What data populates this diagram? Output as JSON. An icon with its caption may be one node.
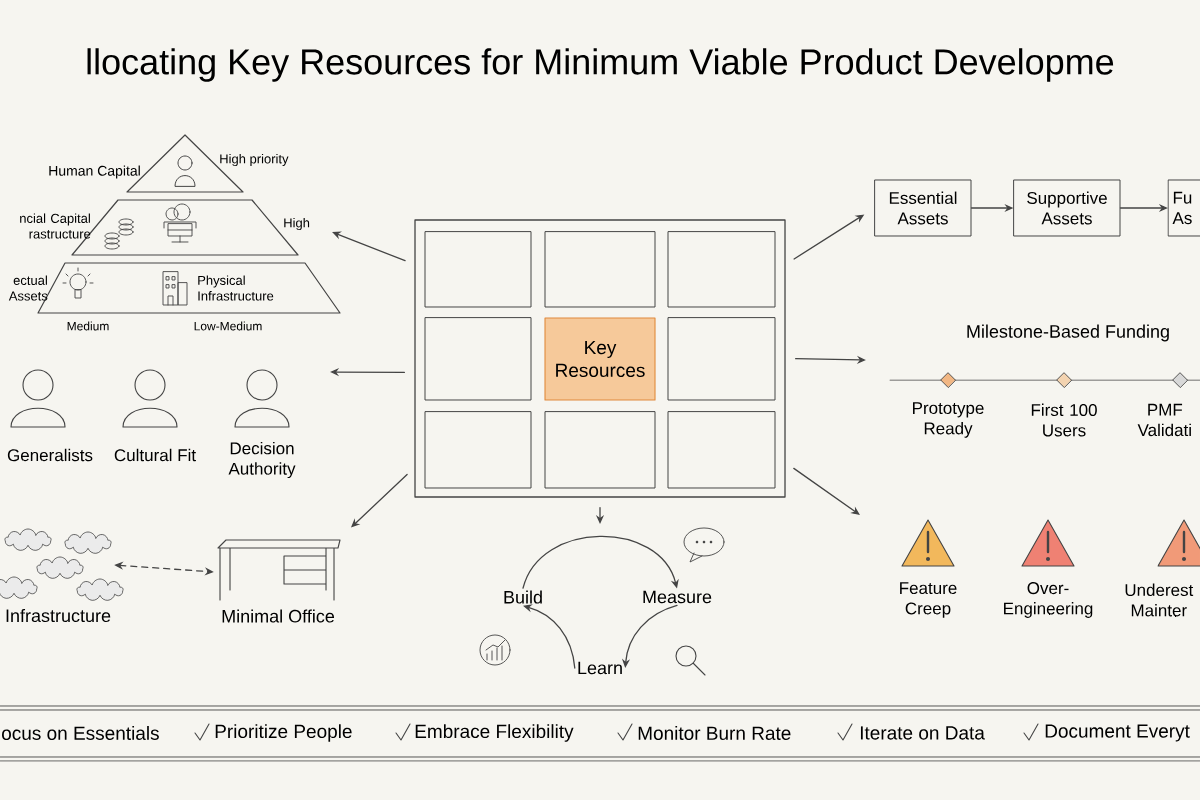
{
  "diagram": {
    "title": "llocating Key Resources for Minimum Viable Product Developme",
    "nodes": [
      {
        "text": [],
        "shape": "box"
      },
      {
        "text": [
          "Key Resources"
        ],
        "in": 0
      },
      {
        "text": [
          "Infrastructure"
        ]
      },
      {
        "text": [
          "Minimal Office"
        ]
      },
      {
        "text": [
          "Essential Assets"
        ]
      },
      {
        "text": [
          "Supportive Assets"
        ]
      },
      {
        "text": [
          "Fu As"
        ]
      },
      {
        "text": [
          "Build"
        ]
      },
      {
        "text": [
          "Measure"
        ]
      },
      {
        "text": [
          "Learn"
        ]
      }
    ],
    "edges": [
      {
        "from": 0,
        "to": null,
        "arrow": "to"
      },
      {
        "from": 0,
        "to": null,
        "arrow": "to"
      },
      {
        "from": 0,
        "to": 3,
        "arrow": "to"
      },
      {
        "from": 0,
        "to": null,
        "arrow": "to"
      },
      {
        "from": 0,
        "to": 4,
        "arrow": "to"
      },
      {
        "from": 0,
        "to": null,
        "arrow": "to"
      },
      {
        "from": 0,
        "to": null,
        "arrow": "to"
      },
      {
        "from": 2,
        "to": 3,
        "arrow": "both",
        "style": "dashed"
      },
      {
        "from": 4,
        "to": 5,
        "arrow": "to"
      },
      {
        "from": 5,
        "to": 6,
        "arrow": "to"
      },
      {
        "from": 7,
        "to": 8,
        "arrow": "to"
      },
      {
        "from": 8,
        "to": 9,
        "arrow": "to"
      },
      {
        "from": 9,
        "to": 7,
        "arrow": "to"
      }
    ],
    "labels": [
      "Human Capital",
      "High priority",
      "ncial Capital rastructure",
      "High",
      "ectual Assets",
      "Physical Infrastructure",
      "Medium",
      "Low-Medium",
      "Generalists",
      "Cultural Fit",
      "Decision Authority",
      "Milestone-Based Funding",
      "Prototype Ready",
      "First 100 Users",
      "PMF Validati",
      "Feature Creep",
      "Over-Engineering",
      "Underest Mainter",
      "ocus on Essentials",
      "Prioritize People",
      "Embrace Flexibility",
      "Monitor Burn Rate",
      "Iterate on Data",
      "Document Everyt"
    ]
  }
}
